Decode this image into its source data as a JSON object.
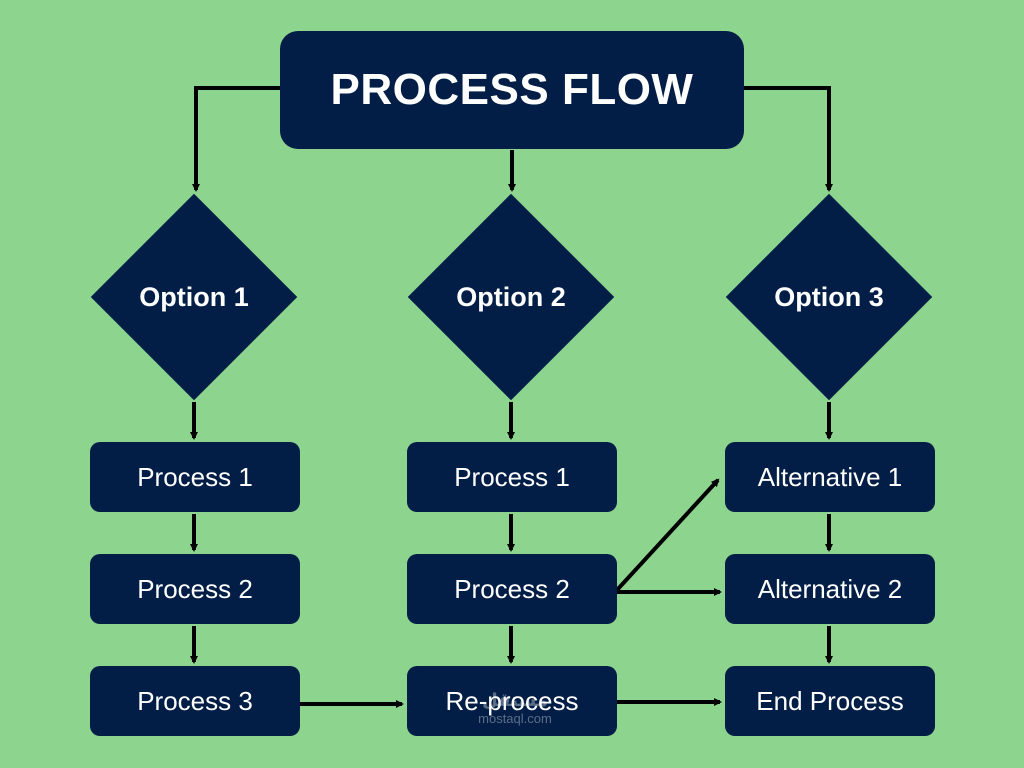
{
  "title": "PROCESS FLOW",
  "options": [
    "Option 1",
    "Option 2",
    "Option 3"
  ],
  "column1": [
    "Process 1",
    "Process 2",
    "Process 3"
  ],
  "column2": [
    "Process 1",
    "Process 2",
    "Re-process"
  ],
  "column3": [
    "Alternative 1",
    "Alternative 2",
    "End Process"
  ],
  "watermark": {
    "logo": "مستقل",
    "site": "mostaql.com"
  },
  "colors": {
    "background": "#8dd48e",
    "node": "#021e46",
    "text": "#ffffff",
    "arrow": "#000000"
  }
}
